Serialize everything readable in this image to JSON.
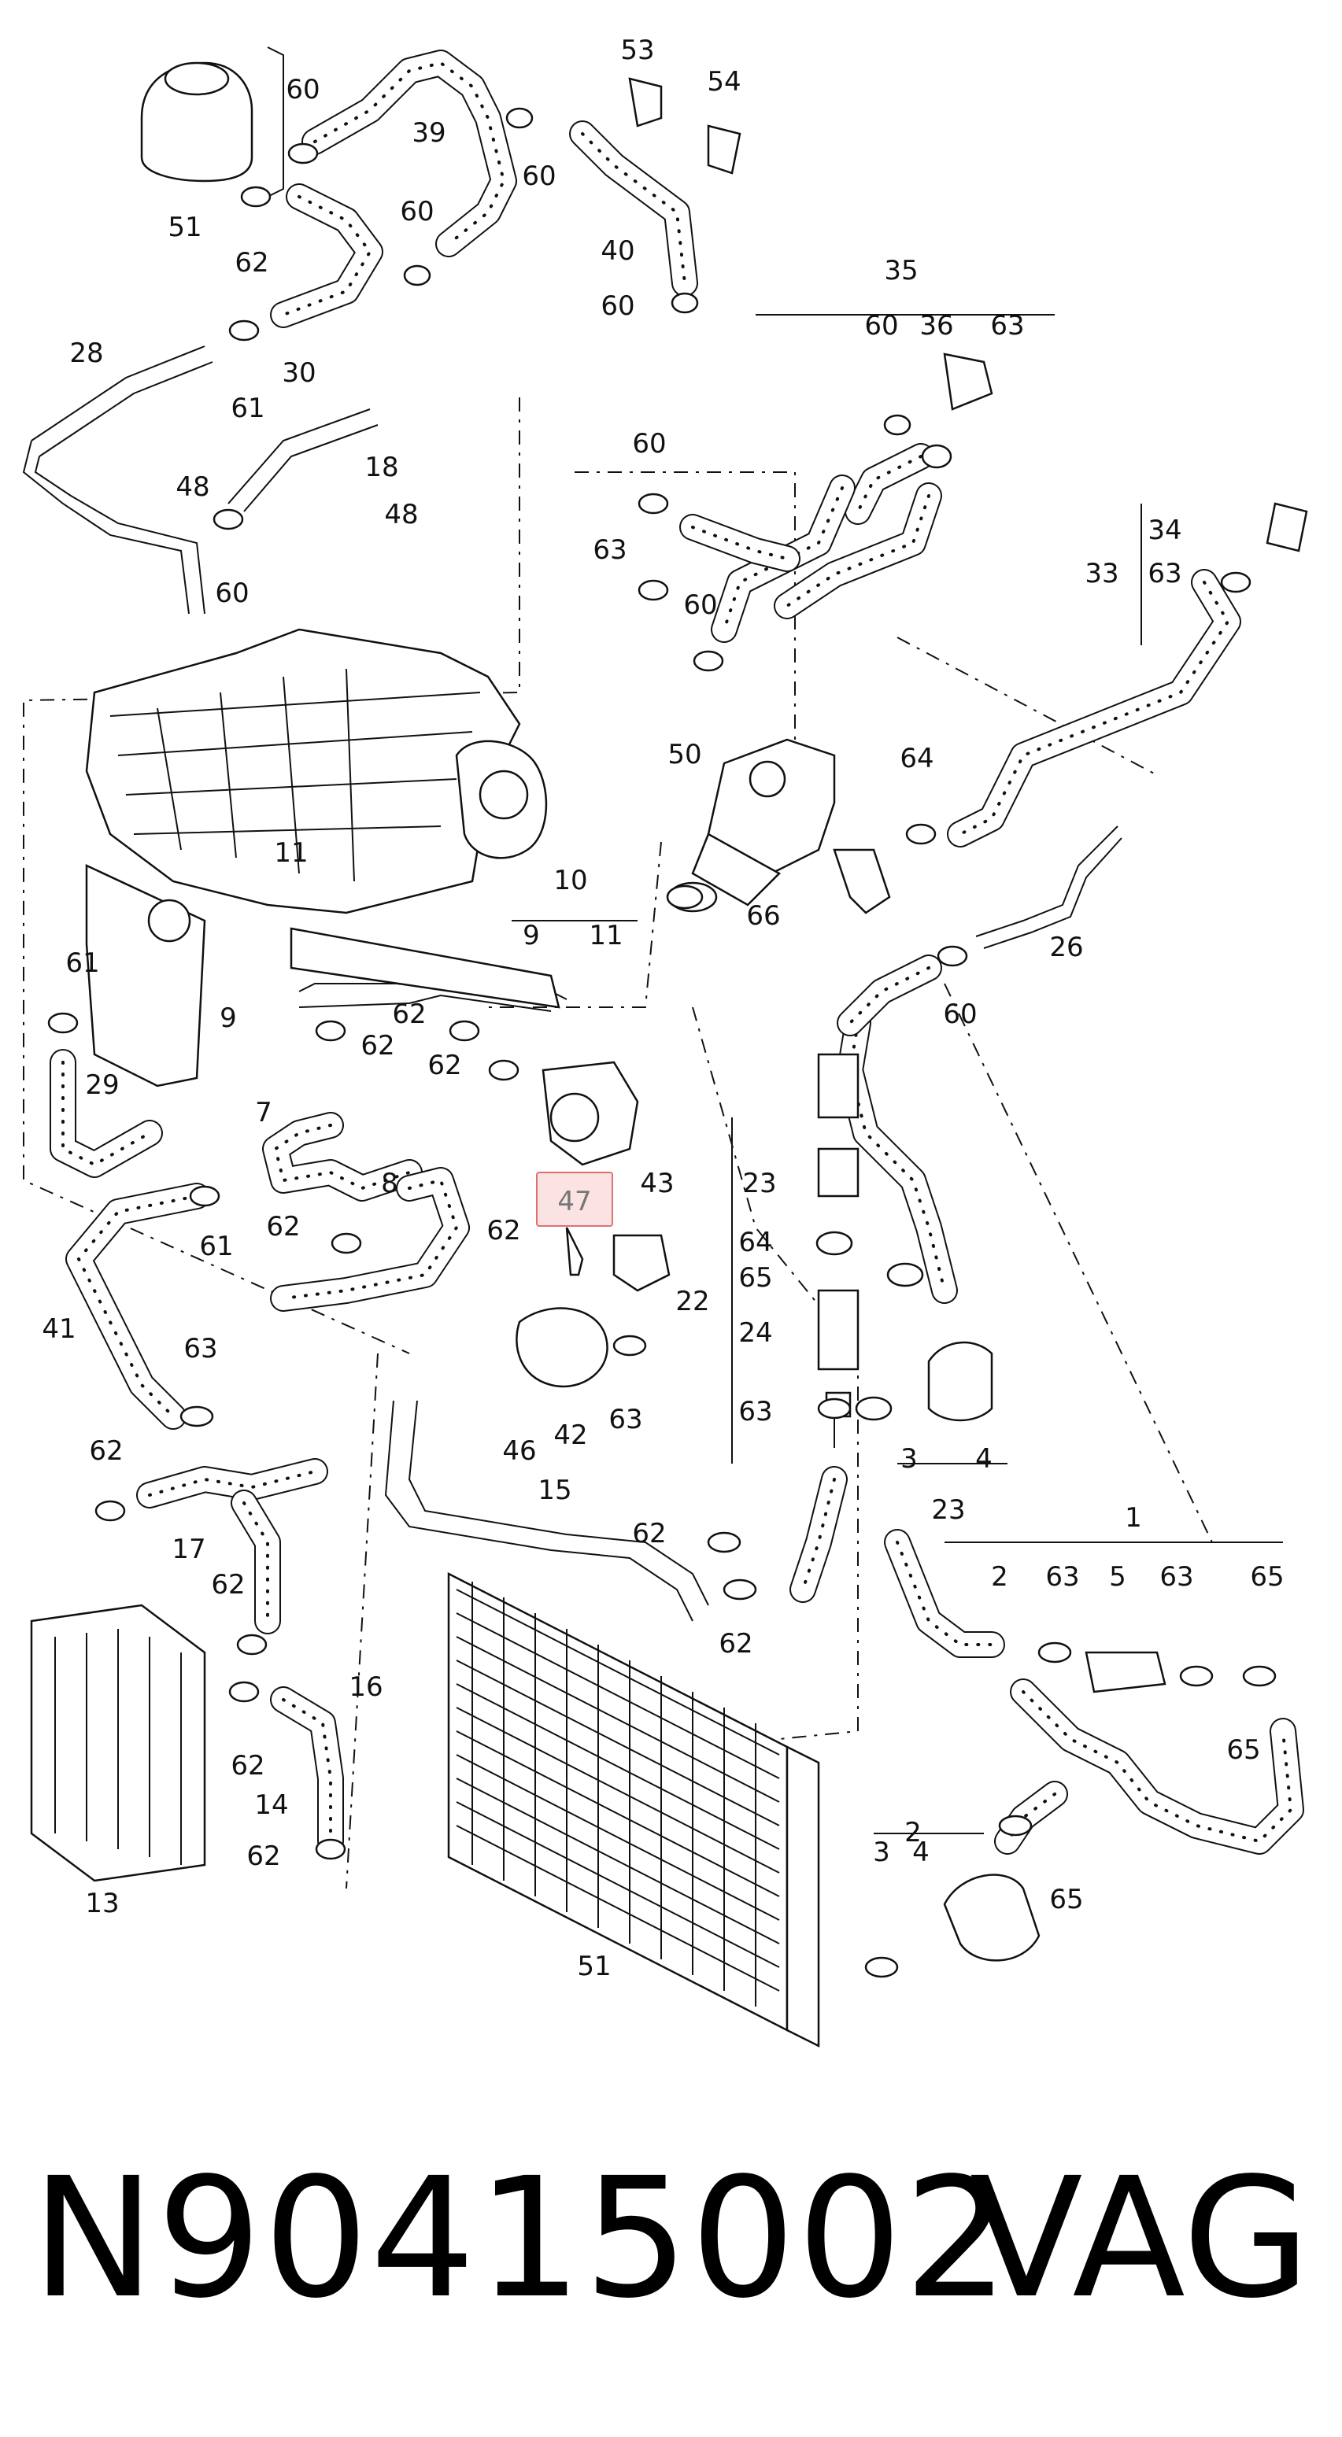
{
  "diagram": {
    "labels": [
      "53",
      "54",
      "60",
      "39",
      "60",
      "51",
      "62",
      "30",
      "60",
      "40",
      "60",
      "28",
      "61",
      "18",
      "48",
      "48",
      "60",
      "35",
      "60",
      "36",
      "63",
      "60",
      "34",
      "63",
      "33",
      "63",
      "60",
      "50",
      "64",
      "11",
      "10",
      "9",
      "11",
      "66",
      "26",
      "60",
      "61",
      "9",
      "62",
      "62",
      "29",
      "62",
      "7",
      "23",
      "8",
      "62",
      "47",
      "43",
      "64",
      "61",
      "62",
      "65",
      "22",
      "41",
      "24",
      "63",
      "63",
      "46",
      "42",
      "63",
      "23",
      "3",
      "4",
      "62",
      "15",
      "62",
      "17",
      "62",
      "1",
      "2",
      "63",
      "5",
      "63",
      "65",
      "62",
      "16",
      "62",
      "65",
      "14",
      "62",
      "13",
      "2",
      "3",
      "4",
      "65",
      "51"
    ],
    "highlighted_label": "47",
    "highlight_color": "#e07070"
  },
  "footer": {
    "part_number": "N90415002",
    "brand": "VAG"
  }
}
